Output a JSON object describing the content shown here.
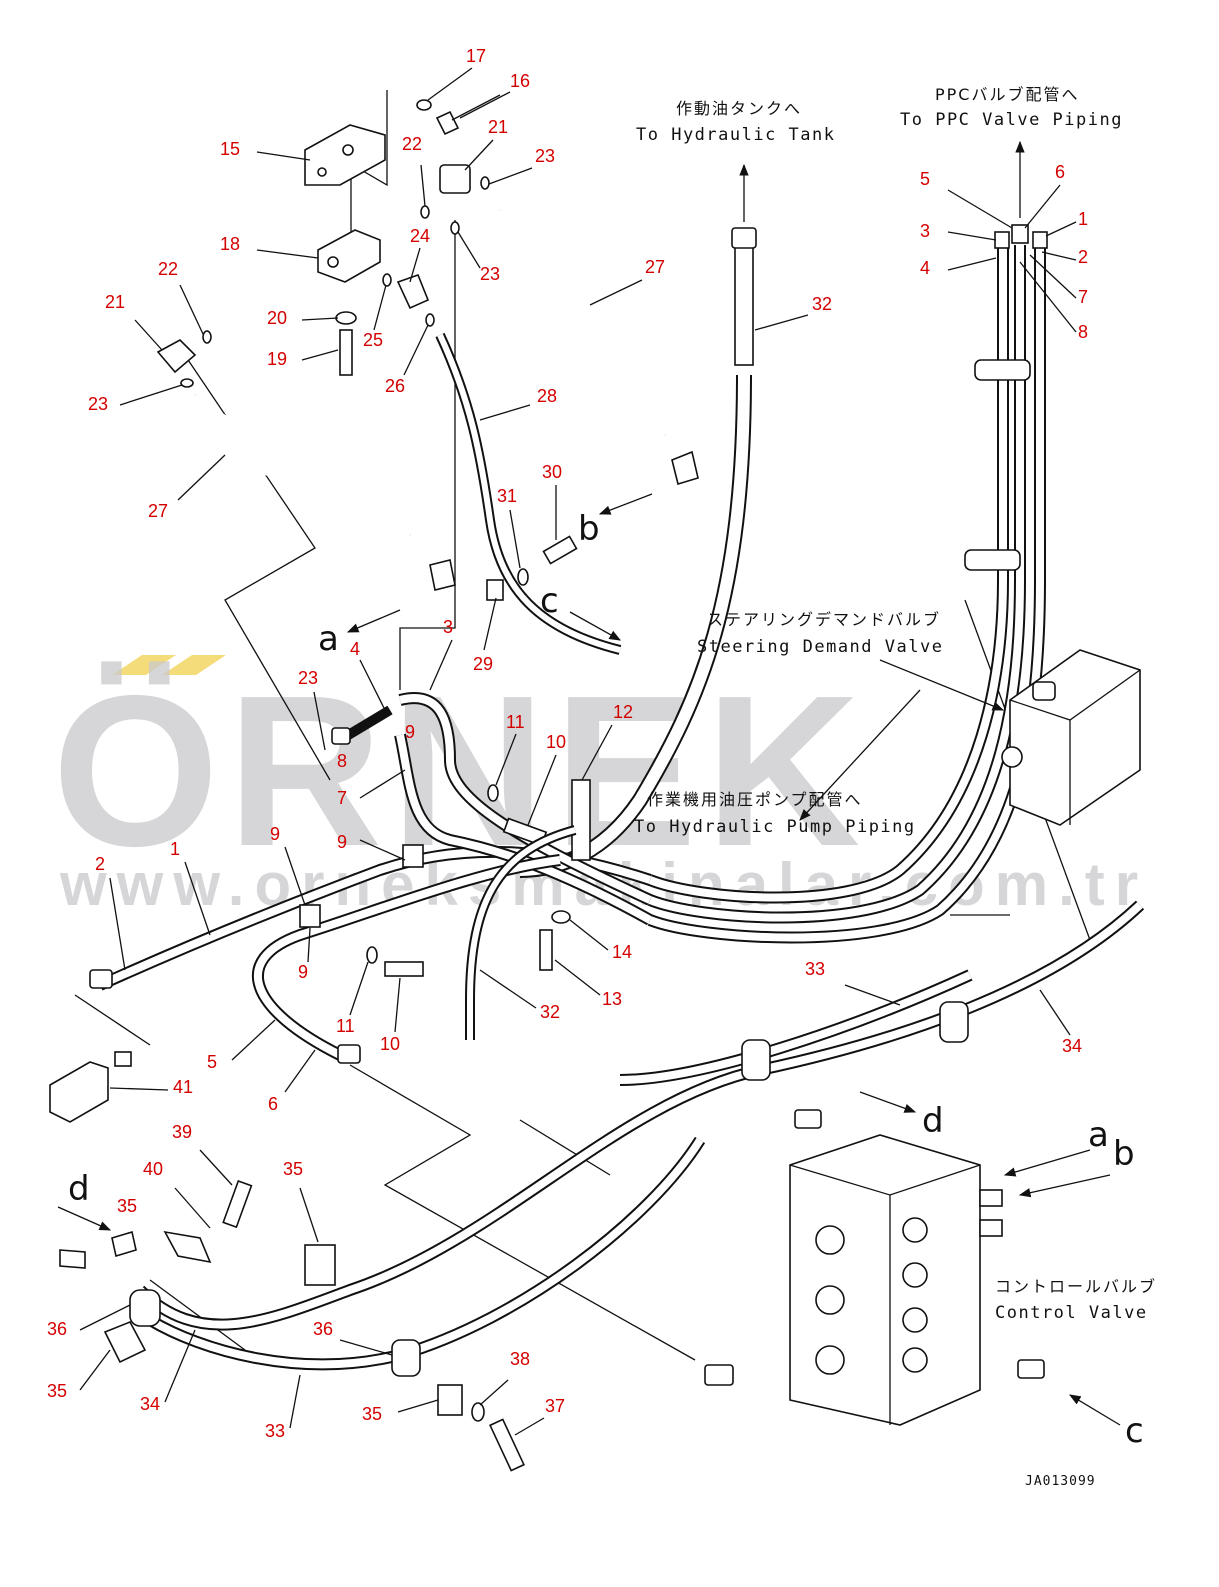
{
  "watermark": {
    "brand": "ÖRNEK",
    "url": "www.orneksmakinalar.com.tr",
    "color": "#c9c9cc",
    "accent": "#f5dc7a"
  },
  "callout_color": "#d40000",
  "destinations": {
    "ppc_jp": "PPCバルブ配管へ",
    "ppc_en": "To PPC Valve Piping",
    "tank_jp": "作動油タンクへ",
    "tank_en": "To Hydraulic Tank",
    "steer_jp": "ステアリングデマンドバルブ",
    "steer_en": "Steering Demand Valve",
    "pump_jp": "作業機用油圧ポンプ配管へ",
    "pump_en": "To Hydraulic Pump Piping",
    "control_jp": "コントロールバルブ",
    "control_en": "Control Valve"
  },
  "letters": {
    "a": "a",
    "b": "b",
    "c": "c",
    "d": "d"
  },
  "drawing_code": "JA013099",
  "callouts": {
    "n1a": "1",
    "n2a": "2",
    "n3a": "3",
    "n4a": "4",
    "n5a": "5",
    "n6a": "6",
    "n7a": "7",
    "n8a": "8",
    "n1b": "1",
    "n2b": "2",
    "n3b": "3",
    "n4b": "4",
    "n5b": "5",
    "n6b": "6",
    "n7b": "7",
    "n8b": "8",
    "n9a": "9",
    "n9b": "9",
    "n9c": "9",
    "n9d": "9",
    "n10a": "10",
    "n10b": "10",
    "n11a": "11",
    "n11b": "11",
    "n12": "12",
    "n13": "13",
    "n14": "14",
    "n15": "15",
    "n16": "16",
    "n17": "17",
    "n18": "18",
    "n19": "19",
    "n20": "20",
    "n21a": "21",
    "n21b": "21",
    "n22a": "22",
    "n22b": "22",
    "n23a": "23",
    "n23b": "23",
    "n23c": "23",
    "n23d": "23",
    "n24": "24",
    "n25": "25",
    "n26": "26",
    "n27a": "27",
    "n27b": "27",
    "n28": "28",
    "n29": "29",
    "n30": "30",
    "n31": "31",
    "n32a": "32",
    "n32b": "32",
    "n33a": "33",
    "n33b": "33",
    "n34a": "34",
    "n34b": "34",
    "n35a": "35",
    "n35b": "35",
    "n35c": "35",
    "n35d": "35",
    "n36a": "36",
    "n36b": "36",
    "n37": "37",
    "n38": "38",
    "n39": "39",
    "n40": "40",
    "n41": "41"
  }
}
